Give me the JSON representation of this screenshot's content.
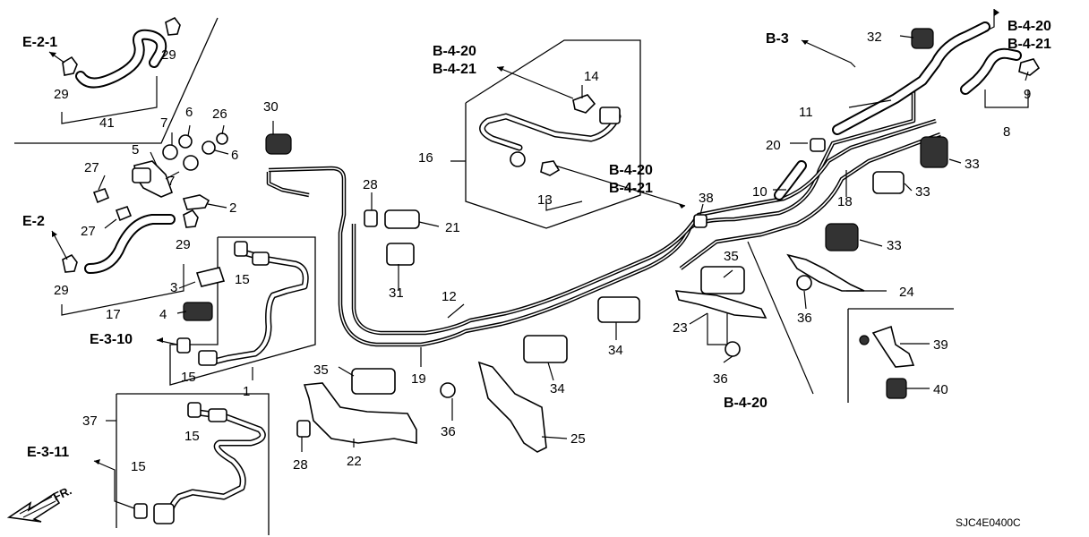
{
  "diagram_code": "SJC4E0400C",
  "front_marker": "FR.",
  "references": {
    "e_2_1": "E-2-1",
    "e_2": "E-2",
    "e_3_10": "E-3-10",
    "e_3_11": "E-3-11",
    "b_3": "B-3",
    "b_4_20": "B-4-20",
    "b_4_21": "B-4-21"
  },
  "part_numbers": {
    "p1": "1",
    "p2": "2",
    "p3": "3",
    "p4": "4",
    "p5": "5",
    "p6": "6",
    "p7": "7",
    "p8": "8",
    "p9": "9",
    "p10": "10",
    "p11": "11",
    "p12": "12",
    "p13": "13",
    "p14": "14",
    "p15": "15",
    "p16": "16",
    "p17": "17",
    "p18": "18",
    "p19": "19",
    "p20": "20",
    "p21": "21",
    "p22": "22",
    "p23": "23",
    "p24": "24",
    "p25": "25",
    "p26": "26",
    "p27": "27",
    "p28": "28",
    "p29": "29",
    "p30": "30",
    "p31": "31",
    "p32": "32",
    "p33": "33",
    "p34": "34",
    "p35": "35",
    "p36": "36",
    "p37": "37",
    "p38": "38",
    "p39": "39",
    "p40": "40",
    "p41": "41"
  }
}
